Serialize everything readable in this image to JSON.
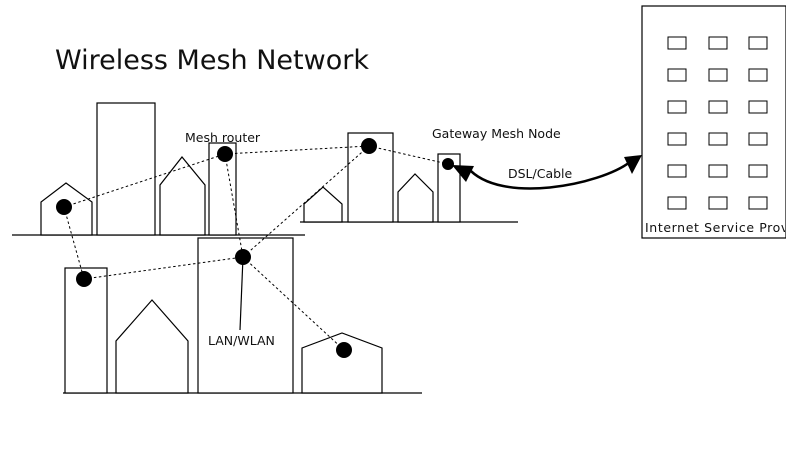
{
  "diagram": {
    "title": "Wireless Mesh Network",
    "labels": {
      "mesh_router": "Mesh router",
      "gateway": "Gateway Mesh Node",
      "dsl": "DSL/Cable",
      "lan": "LAN/WLAN",
      "isp": "Internet Service Provider"
    }
  }
}
